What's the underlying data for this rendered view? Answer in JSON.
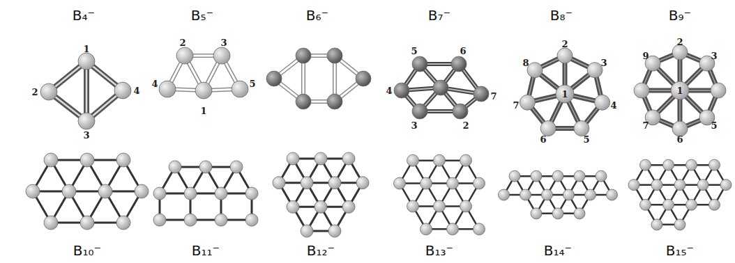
{
  "diagram": {
    "labels": [
      "B₄⁻",
      "1",
      "2",
      "3",
      "4",
      "B₅⁻",
      "2",
      "3",
      "4",
      "5",
      "1",
      "B₆⁻",
      "B₇⁻",
      "5",
      "6",
      "4",
      "7",
      "3",
      "2",
      "B₈⁻",
      "2",
      "8",
      "3",
      "1",
      "7",
      "4",
      "6",
      "5",
      "B₉⁻",
      "2",
      "9",
      "3",
      "1",
      "7",
      "5",
      "6",
      "B₁₀⁻",
      "B₁₁⁻",
      "B₁₂⁻",
      "B₁₃⁻",
      "B₁₄⁻",
      "B₁₅⁻"
    ]
  }
}
